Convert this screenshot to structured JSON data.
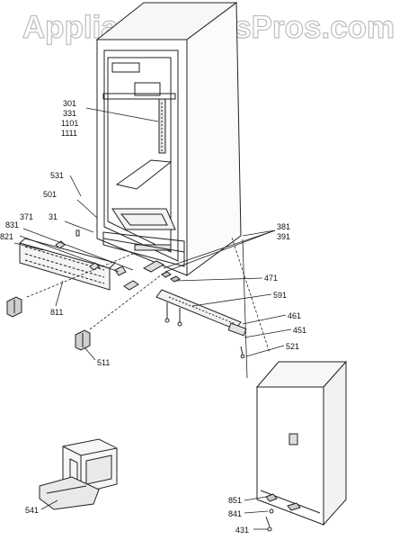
{
  "watermark": {
    "text": "AppliancePartsPros.com"
  },
  "colors": {
    "line": "#222222",
    "shade": "#cfcfcf",
    "watermark": "#d4d4d4"
  },
  "parts": [
    {
      "id": "p301",
      "label": "301"
    },
    {
      "id": "p331",
      "label": "331"
    },
    {
      "id": "p1101",
      "label": "1101"
    },
    {
      "id": "p1111",
      "label": "1111"
    },
    {
      "id": "p531",
      "label": "531"
    },
    {
      "id": "p501",
      "label": "501"
    },
    {
      "id": "p371",
      "label": "371"
    },
    {
      "id": "p31",
      "label": "31"
    },
    {
      "id": "p831",
      "label": "831"
    },
    {
      "id": "p821",
      "label": "821"
    },
    {
      "id": "p811",
      "label": "811"
    },
    {
      "id": "p381",
      "label": "381"
    },
    {
      "id": "p391",
      "label": "391"
    },
    {
      "id": "p471",
      "label": "471"
    },
    {
      "id": "p591",
      "label": "591"
    },
    {
      "id": "p461",
      "label": "461"
    },
    {
      "id": "p451",
      "label": "451"
    },
    {
      "id": "p521",
      "label": "521"
    },
    {
      "id": "p511",
      "label": "511"
    },
    {
      "id": "p541",
      "label": "541"
    },
    {
      "id": "p851",
      "label": "851"
    },
    {
      "id": "p841",
      "label": "841"
    },
    {
      "id": "p431",
      "label": "431"
    }
  ]
}
